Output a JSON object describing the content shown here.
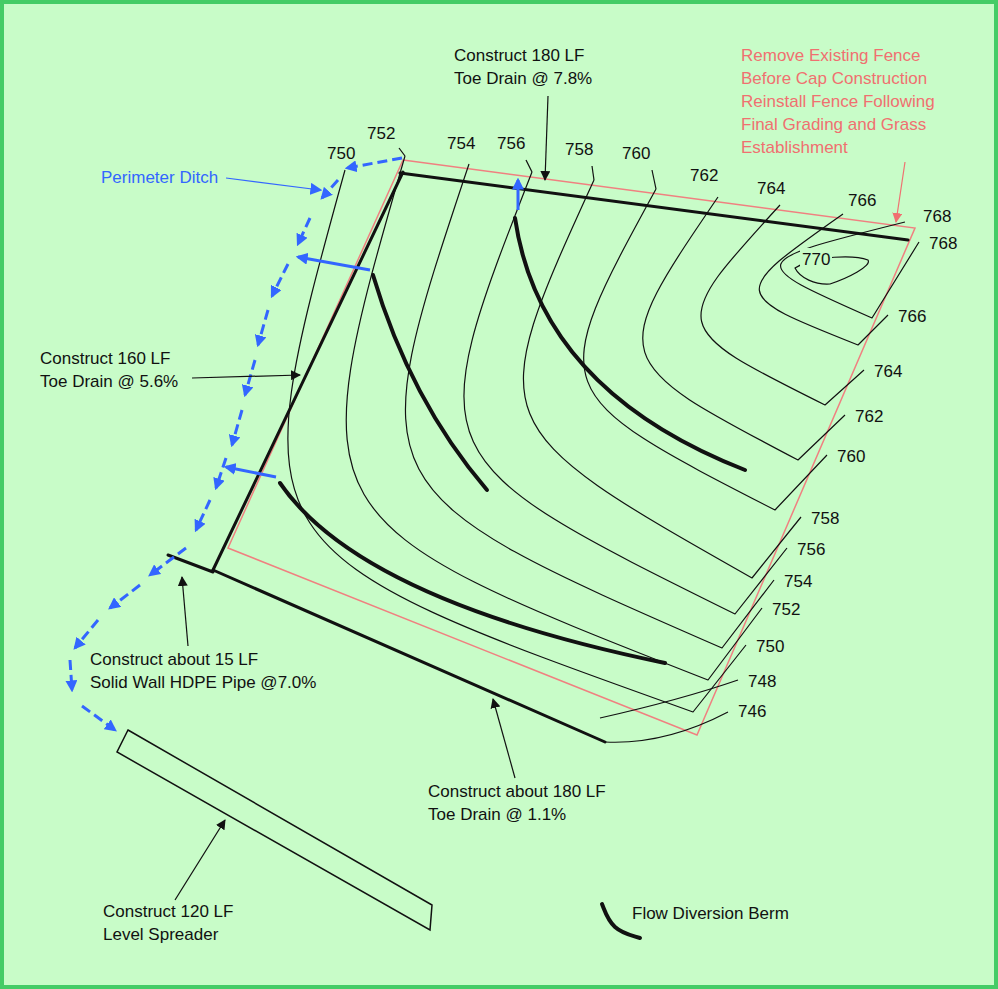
{
  "diagram": {
    "labels": [
      "Construct 180 LF Toe Drain @ 7.8%",
      "Remove Existing Fence Before Cap Construction Reinstall Fence Following Final Grading and Grass Establishment",
      "Perimeter Ditch",
      "752",
      "750",
      "754",
      "756",
      "758",
      "760",
      "762",
      "764",
      "766",
      "768",
      "768",
      "770",
      "766",
      "764",
      "762",
      "Construct 160 LF Toe Drain @ 5.6%",
      "760",
      "758",
      "756",
      "754",
      "752",
      "750",
      "Construct about 15 LF Solid Wall HDPE Pipe @7.0%",
      "748",
      "746",
      "Construct about 180 LF Toe Drain @ 1.1%",
      "Construct 120 LF Level Spreader"
    ],
    "legend": [
      {
        "text": "Flow Diversion Berm"
      }
    ]
  }
}
